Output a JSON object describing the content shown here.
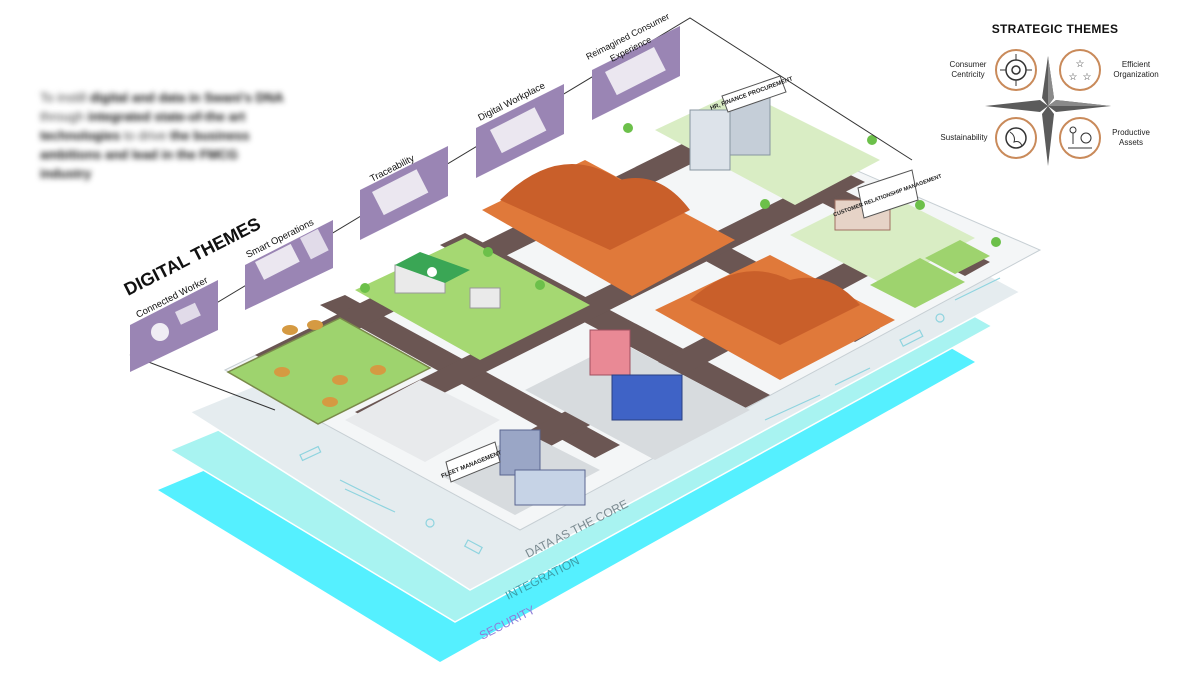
{
  "intro": {
    "segments": [
      {
        "text": "To instill ",
        "bold": false
      },
      {
        "text": "digital and data in Swani's DNA",
        "bold": true
      },
      {
        "text": " through ",
        "bold": false
      },
      {
        "text": "integrated state-of-the art technologies",
        "bold": true
      },
      {
        "text": " to drive ",
        "bold": false
      },
      {
        "text": "the business ambitions and lead in the FMCG industry",
        "bold": true
      }
    ]
  },
  "digital_themes": {
    "title": "DIGITAL THEMES",
    "items": [
      {
        "label": "Connected Worker"
      },
      {
        "label": "Smart Operations"
      },
      {
        "label": "Traceability"
      },
      {
        "label": "Digital Workplace"
      },
      {
        "label": "Reimagined Consumer Experience"
      }
    ]
  },
  "strategic_themes": {
    "title": "STRATEGIC THEMES",
    "items": [
      {
        "label": "Consumer Centricity",
        "icon": "target-icon"
      },
      {
        "label": "Efficient Organization",
        "icon": "stars-icon"
      },
      {
        "label": "Sustainability",
        "icon": "globe-icon"
      },
      {
        "label": "Productive Assets",
        "icon": "person-coin-icon"
      }
    ]
  },
  "buildings": {
    "hr_finance": "HR, FINANCE PROCUREMENT",
    "crm": "CUSTOMER RELATIONSHIP MANAGEMENT",
    "fleet": "FLEET MANAGEMENT"
  },
  "layers": {
    "data": "DATA AS THE CORE",
    "integration": "INTEGRATION",
    "security": "SECURITY"
  },
  "colors": {
    "purple": "#9a85b4",
    "desert": "#e0793a",
    "grass": "#9ed36e",
    "road": "#6a5552",
    "cyan": "#55f0ff",
    "teal_light": "#b8f2ee",
    "platform": "#dfe7ea"
  }
}
